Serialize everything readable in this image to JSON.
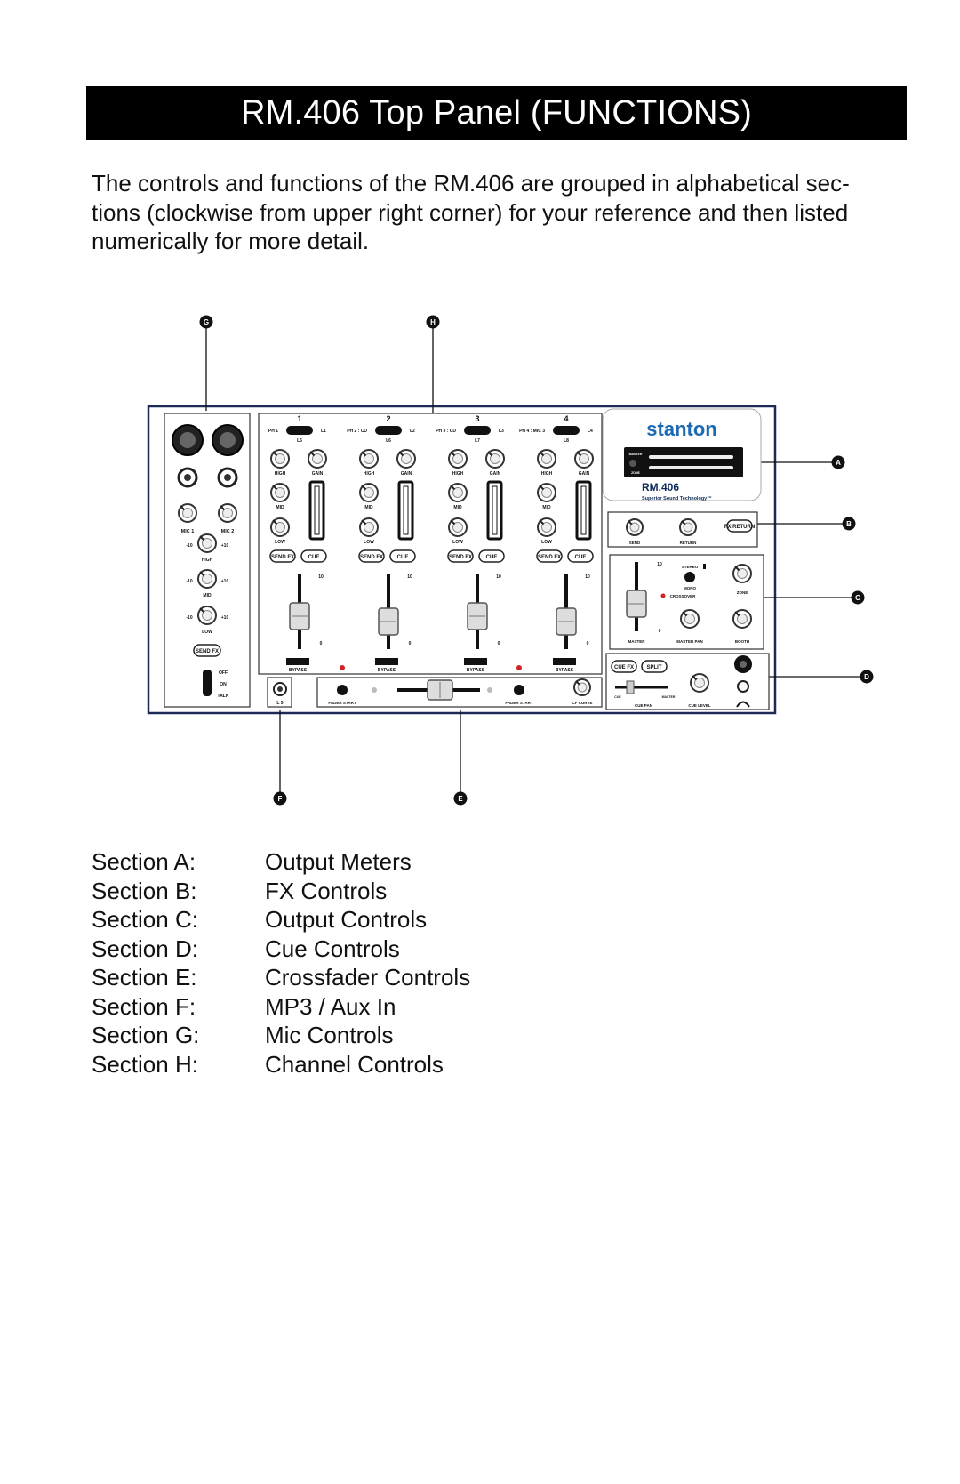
{
  "title": "RM.406 Top Panel (FUNCTIONS)",
  "intro": "The controls and functions of the RM.406 are grouped in alphabetical sec-\ntions (clockwise from upper right corner) for your reference and then listed\nnumerically for more detail.",
  "diagram": {
    "brand": "stanton",
    "model": "RM.406",
    "tagline": "Superior Sound Technology™",
    "callouts": [
      "A",
      "B",
      "C",
      "D",
      "E",
      "F",
      "G",
      "H"
    ],
    "channel_numbers": [
      "1",
      "2",
      "3",
      "4"
    ],
    "input_labels": [
      [
        "PH 1",
        "L1"
      ],
      [
        "PH 2 : CD",
        "L2"
      ],
      [
        "PH 3 : CD",
        "L3"
      ],
      [
        "PH 4 : MIC 3",
        "L4"
      ]
    ],
    "line_labels": [
      "L5",
      "L6",
      "L7",
      "L8"
    ],
    "eq_labels": [
      "HIGH",
      "MID",
      "LOW"
    ],
    "gain_label": "GAIN",
    "send_fx": "SEND FX",
    "cue": "CUE",
    "bypass": "BYPASS",
    "mic_labels": [
      "MIC 1",
      "MIC 2"
    ],
    "mic_scale": [
      "-10",
      "+10"
    ],
    "talk_labels": [
      "OFF",
      "ON",
      "TALK"
    ],
    "meter_labels": [
      "MASTER",
      "ZONE"
    ],
    "fx_labels": [
      "SEND",
      "RETURN",
      "FX RETURN"
    ],
    "output_labels": [
      "STEREO",
      "MONO",
      "CROSSOVER",
      "ZONE",
      "MASTER",
      "MASTER PAN",
      "BOOTH"
    ],
    "cue_labels": [
      "CUE FX",
      "SPLIT",
      "CUE PAN",
      "CUE LEVEL",
      "CUE",
      "MASTER"
    ],
    "crossfader_labels": [
      "FADER START",
      "FADER START",
      "CF CURVE"
    ],
    "aux_label": "L 5"
  },
  "sections": [
    {
      "key": "Section A:",
      "value": "Output Meters"
    },
    {
      "key": "Section B:",
      "value": "FX Controls"
    },
    {
      "key": "Section C:",
      "value": "Output Controls"
    },
    {
      "key": "Section D:",
      "value": "Cue Controls"
    },
    {
      "key": "Section E:",
      "value": "Crossfader Controls"
    },
    {
      "key": "Section F:",
      "value": "MP3 / Aux In"
    },
    {
      "key": "Section G:",
      "value": "Mic Controls"
    },
    {
      "key": "Section H:",
      "value": "Channel Controls"
    }
  ],
  "colors": {
    "title_bg": "#000000",
    "title_fg": "#ffffff",
    "panel_border": "#1d2a55",
    "led_red": "#d22222",
    "brand_blue": "#1c6ab3"
  }
}
